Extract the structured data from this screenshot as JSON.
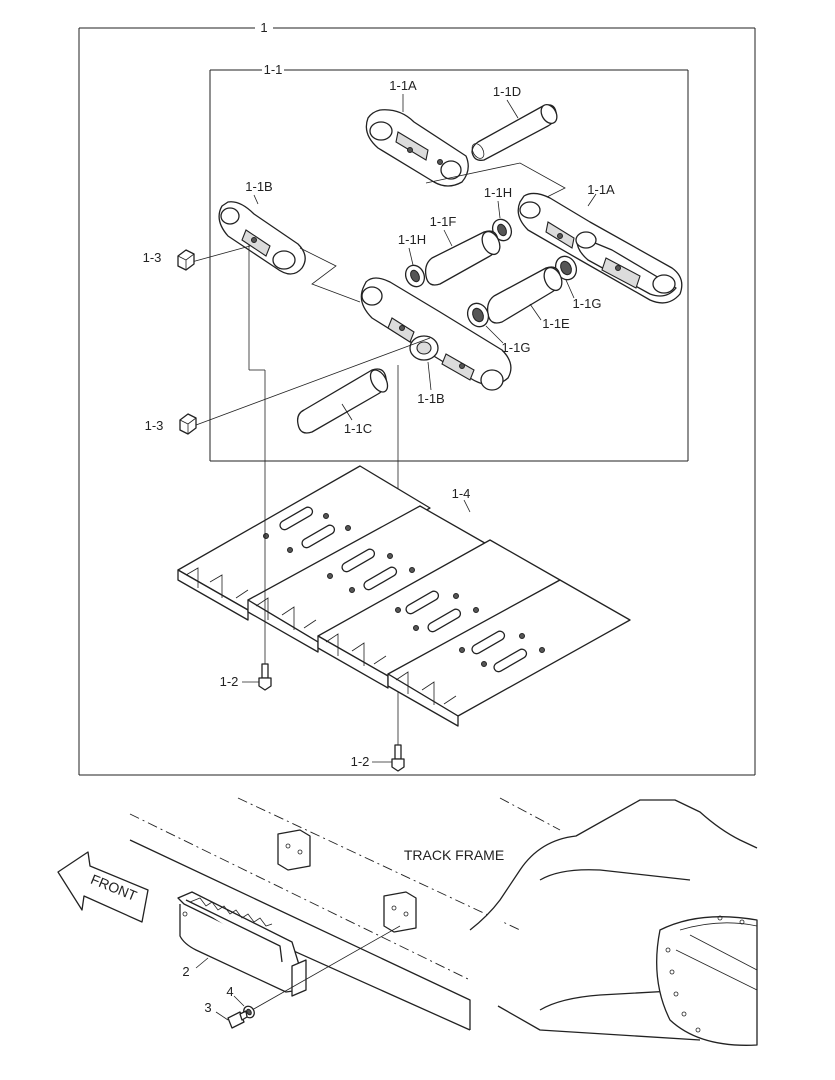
{
  "labels": {
    "assembly": "1",
    "link_assembly": "1-1",
    "link_1a_top": "1-1A",
    "pin_1d": "1-1D",
    "link_1b_left": "1-1B",
    "seal_1h_top": "1-1H",
    "link_1a_right": "1-1A",
    "bushing_1f": "1-1F",
    "seal_1h_left": "1-1H",
    "nut_3_top": "1-3",
    "seal_1g_right": "1-1G",
    "bushing_1e": "1-1E",
    "seal_1g_center": "1-1G",
    "link_1b_bottom": "1-1B",
    "nut_3_bottom": "1-3",
    "pin_1c": "1-1C",
    "shoe": "1-4",
    "bolt_2_left": "1-2",
    "bolt_2_bottom": "1-2",
    "track_frame": "TRACK FRAME",
    "front": "FRONT",
    "guard": "2",
    "washer": "4",
    "bolt": "3"
  }
}
